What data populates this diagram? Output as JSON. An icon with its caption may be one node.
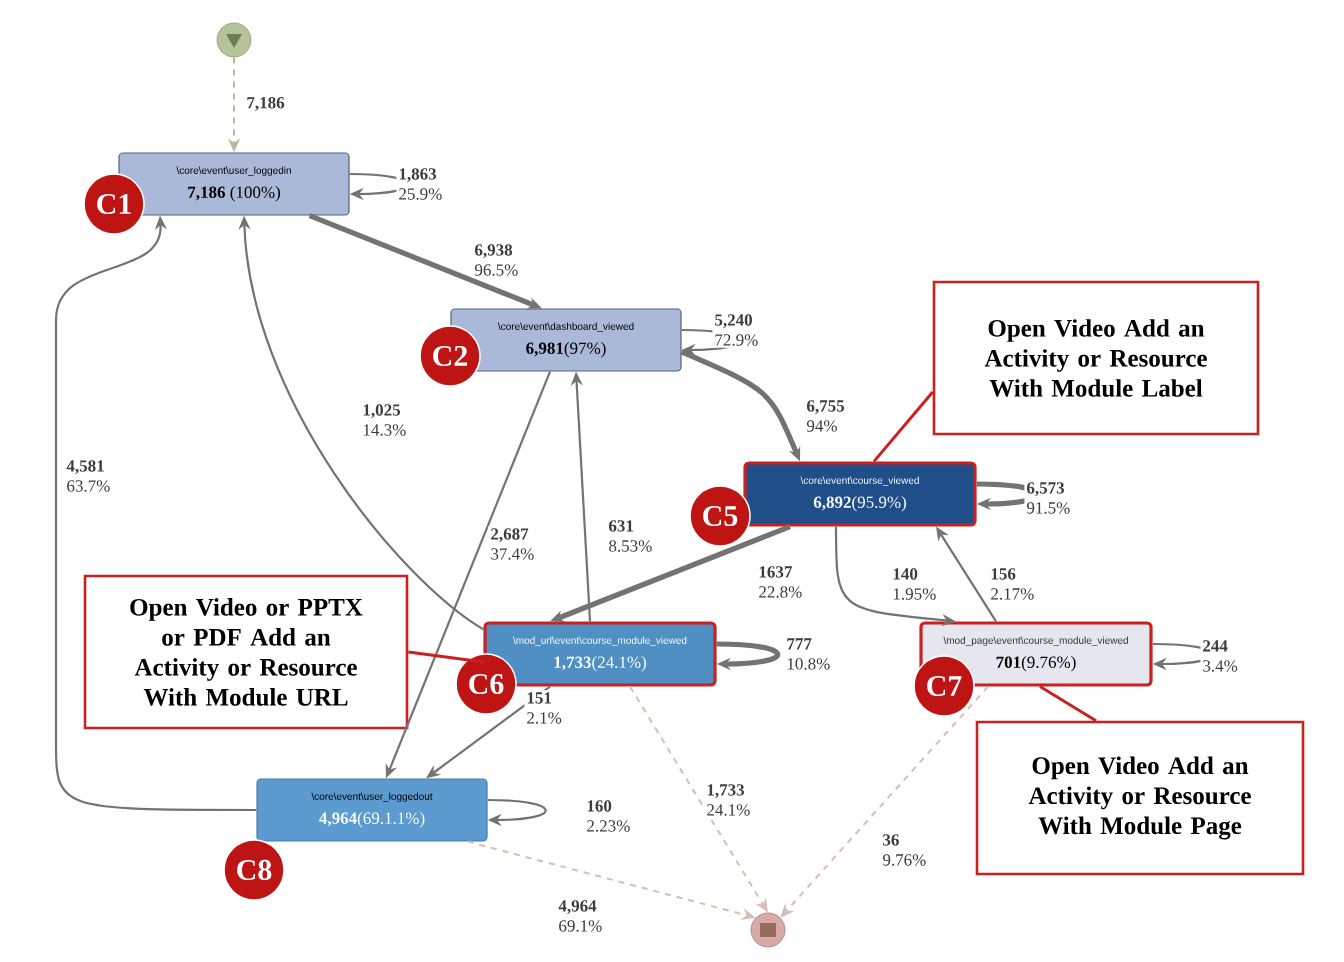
{
  "diagram": {
    "nodes": [
      {
        "text": [],
        "shape": "circle"
      },
      {
        "text": [
          "\\core\\event\\user_loggedin",
          "**7,186** (100%)"
        ]
      },
      {
        "text": [
          "\\core\\event\\dashboard_viewed",
          "**6,981**(97%)"
        ]
      },
      {
        "text": [
          "\\core\\event\\course_viewed",
          "**6,892**(95.9%)"
        ]
      },
      {
        "text": [
          "\\mod_url\\event\\course_module_viewed",
          "**1,733**(24.1%)"
        ]
      },
      {
        "text": [
          "\\mod_page\\event\\course_module_viewed",
          "**701**(9.76%)"
        ]
      },
      {
        "text": [
          "\\core\\event\\user_loggedout",
          "**4,964**(69.1.1%)"
        ]
      },
      {
        "text": [],
        "shape": "circle"
      },
      {
        "text": [
          "C1"
        ]
      },
      {
        "text": [
          "C2"
        ]
      },
      {
        "text": [
          "C5"
        ]
      },
      {
        "text": [
          "C6"
        ]
      },
      {
        "text": [
          "C7"
        ]
      },
      {
        "text": [
          "C8"
        ]
      },
      {
        "text": [
          "Open Video Add an Activity or Resource With Module Label"
        ]
      },
      {
        "text": [
          "Open Video or PPTX or PDF Add an Activity or Resource With Module URL"
        ]
      },
      {
        "text": [
          "Open Video Add an Activity or Resource With Module Page"
        ]
      }
    ],
    "edges": [
      {
        "from": 0,
        "to": 1,
        "arrow": "to",
        "label": "**7,186**",
        "style": "dashed",
        "color": "#b3bc98"
      },
      {
        "from": 1,
        "to": 1,
        "arrow": "to",
        "label": "**1,863** 25.9%"
      },
      {
        "from": 1,
        "to": 2,
        "arrow": "to",
        "label": "**6,938** 96.5%",
        "style": "thick"
      },
      {
        "from": 2,
        "to": 2,
        "arrow": "to",
        "label": "**5,240** 72.9%"
      },
      {
        "from": 2,
        "to": 3,
        "arrow": "to",
        "label": "**6,755** 94%",
        "style": "thick"
      },
      {
        "from": 3,
        "to": 3,
        "arrow": "to",
        "label": "**6,573** 91.5%",
        "style": "thick"
      },
      {
        "from": 3,
        "to": 4,
        "arrow": "to",
        "label": "**1637** 22.8%",
        "style": "thick"
      },
      {
        "from": 3,
        "to": 5,
        "arrow": "to",
        "label": "**140** 1.95%"
      },
      {
        "from": 5,
        "to": 3,
        "arrow": "to",
        "label": "**156** 2.17%"
      },
      {
        "from": 4,
        "to": 4,
        "arrow": "to",
        "label": "**777** 10.8%",
        "style": "thick"
      },
      {
        "from": 5,
        "to": 5,
        "arrow": "to",
        "label": "**244** 3.4%"
      },
      {
        "from": 4,
        "to": 1,
        "arrow": "to",
        "label": "**1,025** 14.3%"
      },
      {
        "from": 4,
        "to": 2,
        "arrow": "to",
        "label": "**631** 8.53%"
      },
      {
        "from": 2,
        "to": 6,
        "arrow": "to",
        "label": "**2,687** 37.4%"
      },
      {
        "from": 4,
        "to": 6,
        "arrow": "to",
        "label": "**151** 2.1%"
      },
      {
        "from": 6,
        "to": 6,
        "arrow": "to",
        "label": "**160** 2.23%"
      },
      {
        "from": 6,
        "to": 1,
        "arrow": "to",
        "label": "**4,581** 63.7%"
      },
      {
        "from": 6,
        "to": 7,
        "arrow": "to",
        "label": "**4,964** 69.1%",
        "style": "dashed",
        "color": "#d8bcb6"
      },
      {
        "from": 4,
        "to": 7,
        "arrow": "to",
        "label": "**1,733** 24.1%",
        "style": "dashed",
        "color": "#d8bcb6"
      },
      {
        "from": 5,
        "to": 7,
        "arrow": "to",
        "label": "**36** 9.76%",
        "style": "dashed",
        "color": "#d8bcb6"
      },
      {
        "from": 14,
        "to": 3,
        "arrow": "none",
        "color": "#cc1f1f"
      },
      {
        "from": 15,
        "to": 4,
        "arrow": "none",
        "color": "#cc1f1f"
      },
      {
        "from": 16,
        "to": 5,
        "arrow": "none",
        "color": "#cc1f1f"
      }
    ]
  }
}
